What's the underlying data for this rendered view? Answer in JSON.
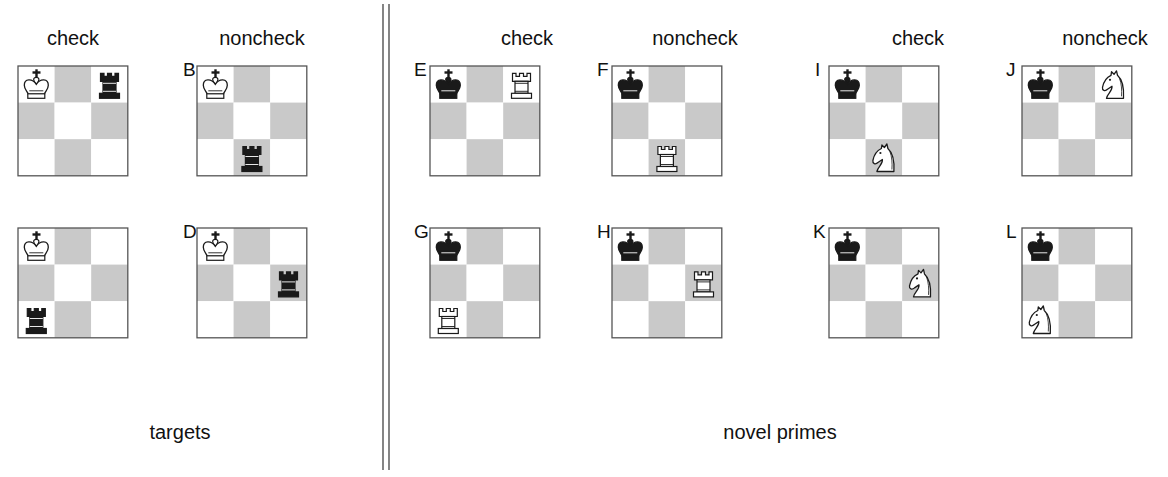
{
  "diagram": {
    "labels": [
      "check",
      "noncheck",
      "check",
      "noncheck",
      "check",
      "noncheck",
      "B",
      "D",
      "E",
      "F",
      "G",
      "H",
      "I",
      "J",
      "K",
      "L",
      "targets",
      "novel primes"
    ]
  }
}
